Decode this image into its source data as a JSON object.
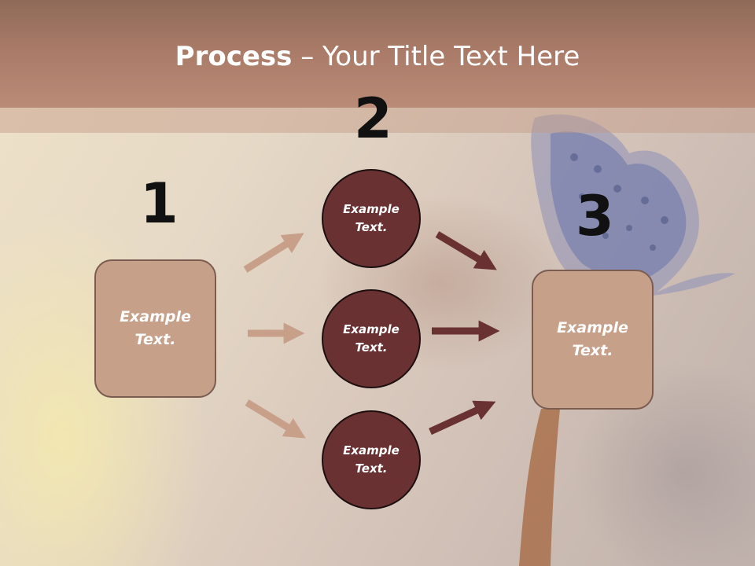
{
  "title": {
    "bold": "Process",
    "separator": " – ",
    "rest": "Your Title Text Here"
  },
  "steps": [
    {
      "number": "1",
      "text": "Example Text."
    },
    {
      "number": "2",
      "circles": [
        "Example Text.",
        "Example Text.",
        "Example Text."
      ]
    },
    {
      "number": "3",
      "text": "Example Text."
    }
  ],
  "colors": {
    "header_band": "#a87a67",
    "box_fill": "#c7a08a",
    "box_border": "#7b5c51",
    "circle_fill": "#6a3132",
    "arrow_light": "#c8a08a",
    "arrow_dark": "#6a3132",
    "number_text": "#111111",
    "label_text": "#ffffff"
  }
}
